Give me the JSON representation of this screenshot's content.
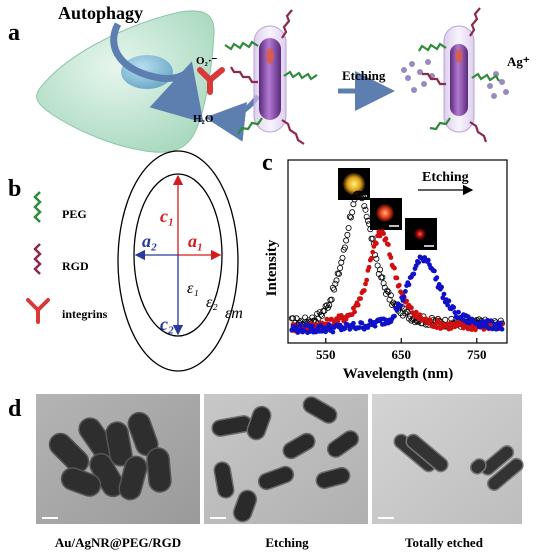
{
  "panel_a": {
    "letter": "a",
    "autophagy_label": "Autophagy",
    "superoxide_label": "O₂·⁻",
    "water_label": "H₂O",
    "etching_label": "Etching",
    "silver_ion_label": "Ag⁺"
  },
  "panel_b": {
    "letter": "b",
    "legend": [
      {
        "label": "PEG",
        "color": "#2e8b3a"
      },
      {
        "label": "RGD",
        "color": "#8b2a4a"
      },
      {
        "label": "integrins",
        "color": "#d83a3a"
      }
    ],
    "c1": "c₁",
    "a1": "a₁",
    "a2": "a₂",
    "c2": "c₂",
    "eps1": "ε₁",
    "eps2": "ε₂",
    "epsm": "εm"
  },
  "panel_c": {
    "letter": "c",
    "etching_label": "Etching",
    "ylabel": "Intensity",
    "xlabel": "Wavelength (nm)"
  },
  "chart_data": {
    "type": "scatter",
    "xlabel": "Wavelength (nm)",
    "ylabel": "Intensity",
    "x_ticks": [
      550,
      650,
      750
    ],
    "xlim": [
      500,
      790
    ],
    "series": [
      {
        "color": "#000000",
        "marker": "open-circle",
        "peak_x": 592,
        "points": [
          [
            505,
            0.08
          ],
          [
            520,
            0.08
          ],
          [
            535,
            0.1
          ],
          [
            545,
            0.14
          ],
          [
            555,
            0.22
          ],
          [
            565,
            0.38
          ],
          [
            575,
            0.6
          ],
          [
            582,
            0.82
          ],
          [
            590,
            0.96
          ],
          [
            596,
            0.98
          ],
          [
            602,
            0.9
          ],
          [
            610,
            0.7
          ],
          [
            620,
            0.45
          ],
          [
            630,
            0.3
          ],
          [
            640,
            0.2
          ],
          [
            655,
            0.14
          ],
          [
            670,
            0.1
          ],
          [
            690,
            0.08
          ],
          [
            720,
            0.07
          ],
          [
            760,
            0.07
          ],
          [
            785,
            0.06
          ]
        ]
      },
      {
        "color": "#d01010",
        "marker": "filled-circle",
        "peak_x": 622,
        "points": [
          [
            505,
            0.04
          ],
          [
            525,
            0.04
          ],
          [
            545,
            0.06
          ],
          [
            565,
            0.09
          ],
          [
            585,
            0.14
          ],
          [
            600,
            0.3
          ],
          [
            610,
            0.52
          ],
          [
            618,
            0.68
          ],
          [
            625,
            0.72
          ],
          [
            632,
            0.62
          ],
          [
            642,
            0.42
          ],
          [
            655,
            0.22
          ],
          [
            670,
            0.12
          ],
          [
            690,
            0.07
          ],
          [
            720,
            0.05
          ],
          [
            760,
            0.05
          ],
          [
            785,
            0.04
          ]
        ]
      },
      {
        "color": "#1010c8",
        "marker": "filled-circle",
        "peak_x": 680,
        "points": [
          [
            505,
            0.03
          ],
          [
            540,
            0.03
          ],
          [
            580,
            0.04
          ],
          [
            610,
            0.06
          ],
          [
            635,
            0.1
          ],
          [
            650,
            0.22
          ],
          [
            662,
            0.38
          ],
          [
            672,
            0.5
          ],
          [
            680,
            0.54
          ],
          [
            688,
            0.5
          ],
          [
            698,
            0.36
          ],
          [
            710,
            0.22
          ],
          [
            725,
            0.12
          ],
          [
            745,
            0.08
          ],
          [
            765,
            0.06
          ],
          [
            785,
            0.05
          ]
        ]
      }
    ]
  },
  "panel_d": {
    "letter": "d",
    "captions": [
      "Au/AgNR@PEG/RGD",
      "Etching",
      "Totally etched"
    ]
  }
}
